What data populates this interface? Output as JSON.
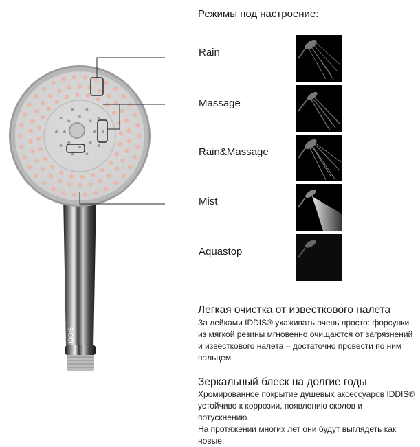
{
  "header": {
    "title": "Режимы под настроение:"
  },
  "modes": [
    {
      "label": "Rain",
      "icon": "rain-spray-photo"
    },
    {
      "label": "Massage",
      "icon": "massage-spray-photo"
    },
    {
      "label": "Rain&Massage",
      "icon": "rain-massage-spray-photo"
    },
    {
      "label": "Mist",
      "icon": "mist-spray-photo"
    },
    {
      "label": "Aquastop",
      "icon": "aquastop-photo"
    }
  ],
  "product": {
    "brand_mark": "IDDIS"
  },
  "sections": [
    {
      "title": "Легкая очистка от известкового налета",
      "lines": [
        "За лейками IDDIS® ухаживать очень просто: форсунки",
        "из мягкой резины мгновенно очищаются от загрязнений",
        "и известкового налета – достаточно провести по ним",
        "пальцем."
      ]
    },
    {
      "title": "Зеркальный блеск на долгие годы",
      "lines": [
        "Хромированное покрытие душевых аксессуаров IDDIS®",
        "устойчиво к коррозии, появлению сколов и потускнению.",
        "На протяжении многих лет они будут выглядеть как",
        "новые."
      ]
    }
  ],
  "colors": {
    "nozzle": "#e8b8a8",
    "face": "#d6d6d6",
    "chrome_dark": "#2e2e2e",
    "text": "#1a1a1a"
  }
}
